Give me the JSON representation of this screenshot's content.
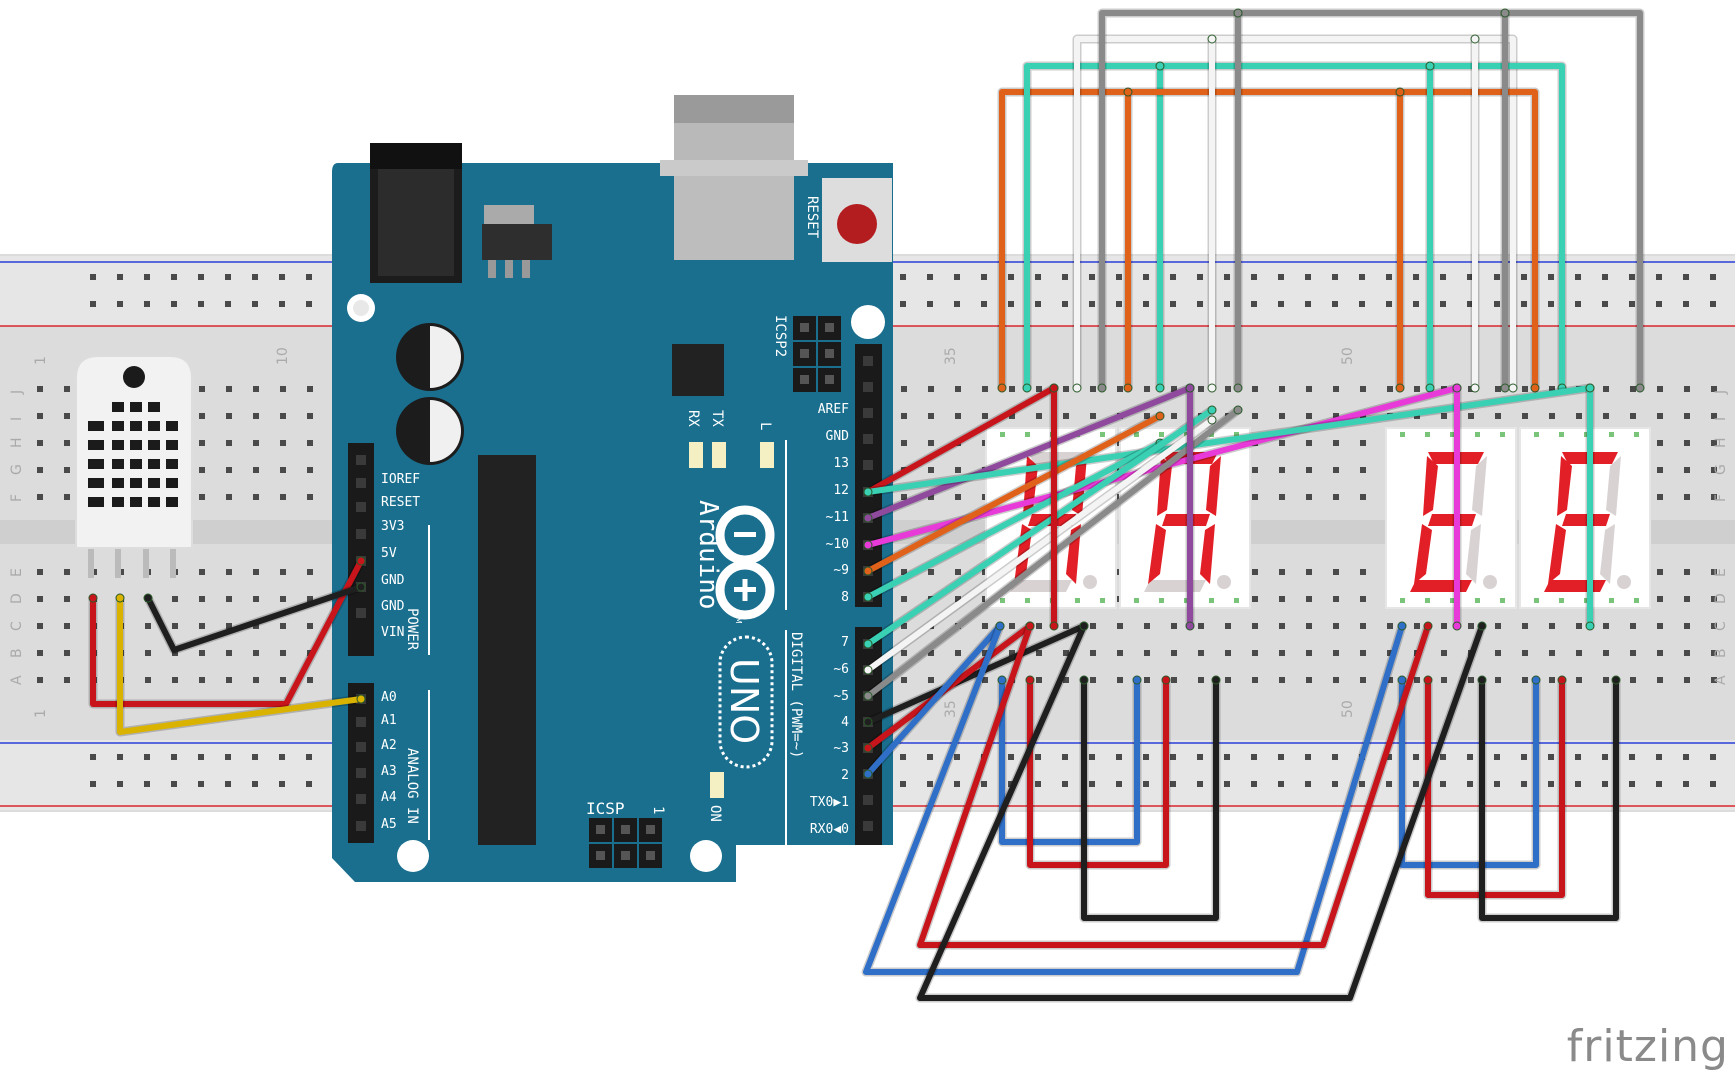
{
  "board": {
    "power_header": [
      "IOREF",
      "RESET",
      "3V3",
      "5V",
      "GND",
      "GND",
      "VIN"
    ],
    "power_label": "POWER",
    "analog_header": [
      "A0",
      "A1",
      "A2",
      "A3",
      "A4",
      "A5"
    ],
    "analog_label": "ANALOG IN",
    "digital_header": [
      "AREF",
      "GND",
      "13",
      "12",
      "~11",
      "~10",
      "~9",
      "8",
      "7",
      "~6",
      "~5",
      "4",
      "~3",
      "2",
      "TX0▶1",
      "RX0◀0"
    ],
    "digital_label": "DIGITAL (PWM=~)",
    "reset_label": "RESET",
    "icsp2_label": "ICSP2",
    "icsp_label": "ICSP",
    "icsp_pin": "1",
    "led_rx": "RX",
    "led_tx": "TX",
    "led_l": "L",
    "on_label": "ON",
    "brand": "Arduino",
    "tm": "TM",
    "model": "UNO"
  },
  "breadboard": {
    "column_marks": [
      "1",
      "10",
      "35",
      "50"
    ],
    "row_letters_top": [
      "J",
      "I",
      "H",
      "G",
      "F"
    ],
    "row_letters_bottom": [
      "E",
      "D",
      "C",
      "B",
      "A"
    ]
  },
  "seven_segment_digits": [
    "H",
    "A",
    "E",
    "E"
  ],
  "watermark": "fritzing",
  "colors": {
    "wire_red": "#c8141b",
    "wire_black": "#1f1f1f",
    "wire_blue": "#2f6fc8",
    "wire_orange": "#e0611a",
    "wire_teal": "#39d0b4",
    "wire_white": "#f4f4f4",
    "wire_gray": "#8a8a8a",
    "wire_purple": "#8f4a9e",
    "wire_magenta": "#e83ad8",
    "wire_yellow": "#d9b300",
    "board": "#1a6f8f",
    "segment_on": "#e21f26"
  }
}
